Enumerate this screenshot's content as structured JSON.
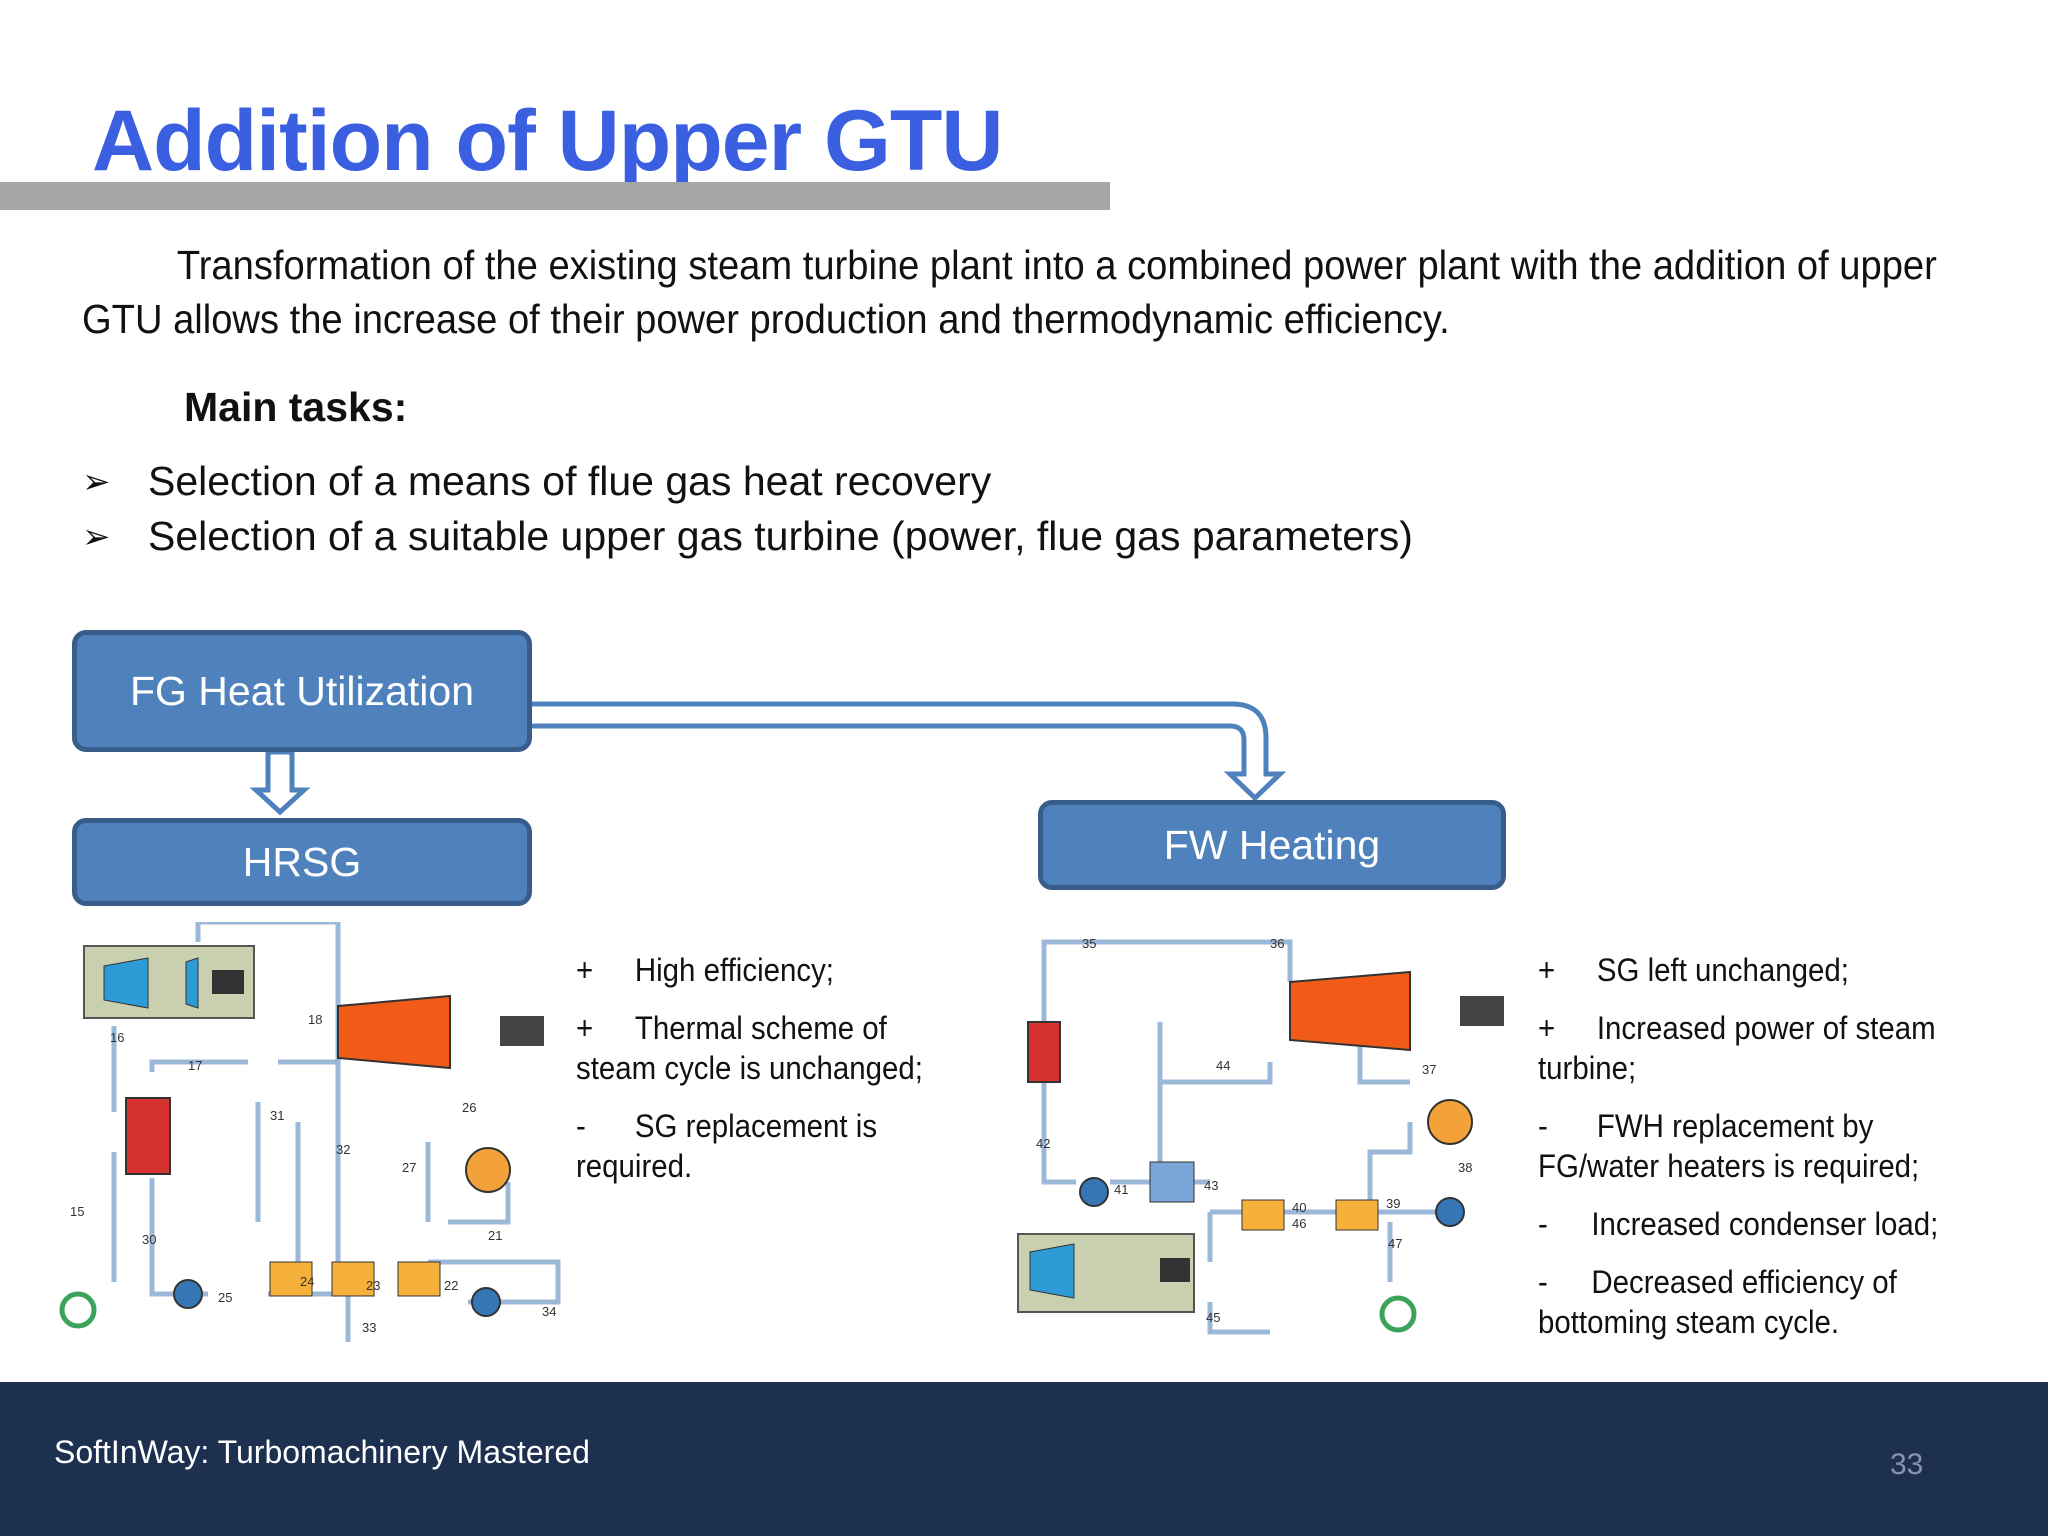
{
  "slide": {
    "title": "Addition of Upper GTU",
    "intro": "Transformation of the existing steam turbine plant into a combined power plant with the addition of upper GTU allows the increase of their power production and thermodynamic efficiency.",
    "tasks_heading": "Main tasks:",
    "tasks": [
      "Selection of a means of flue gas heat recovery",
      "Selection of a suitable upper gas turbine (power, flue gas parameters)"
    ],
    "bullet_glyph": "➢"
  },
  "diagram": {
    "root": "FG Heat Utilization",
    "left_option": "HRSG",
    "right_option": "FW Heating",
    "box_color": "#4f81bd",
    "box_border": "#385d8a"
  },
  "hrsg_notes": [
    {
      "sym": "+",
      "text": "High efficiency;"
    },
    {
      "sym": "+",
      "text": "Thermal scheme of steam cycle is unchanged;"
    },
    {
      "sym": "-",
      "text": "SG replacement is required."
    }
  ],
  "fw_notes": [
    {
      "sym": "+",
      "text": "SG left unchanged;"
    },
    {
      "sym": "+",
      "text": "Increased power of steam turbine;"
    },
    {
      "sym": "-",
      "text": "FWH replacement by FG/water heaters is required;"
    },
    {
      "sym": "-",
      "text": "Increased condenser load;"
    },
    {
      "sym": "-",
      "text": "Decreased efficiency of bottoming steam cycle."
    }
  ],
  "left_scheme_tags": [
    "16",
    "17",
    "18",
    "31",
    "32",
    "27",
    "26",
    "15",
    "30",
    "25",
    "24",
    "23",
    "22",
    "21",
    "33",
    "34"
  ],
  "right_scheme_tags": [
    "35",
    "36",
    "44",
    "37",
    "42",
    "41",
    "43",
    "40",
    "46",
    "39",
    "38",
    "47",
    "45"
  ],
  "footer": {
    "company": "SoftInWay: Turbomachinery Mastered",
    "page": "33"
  }
}
